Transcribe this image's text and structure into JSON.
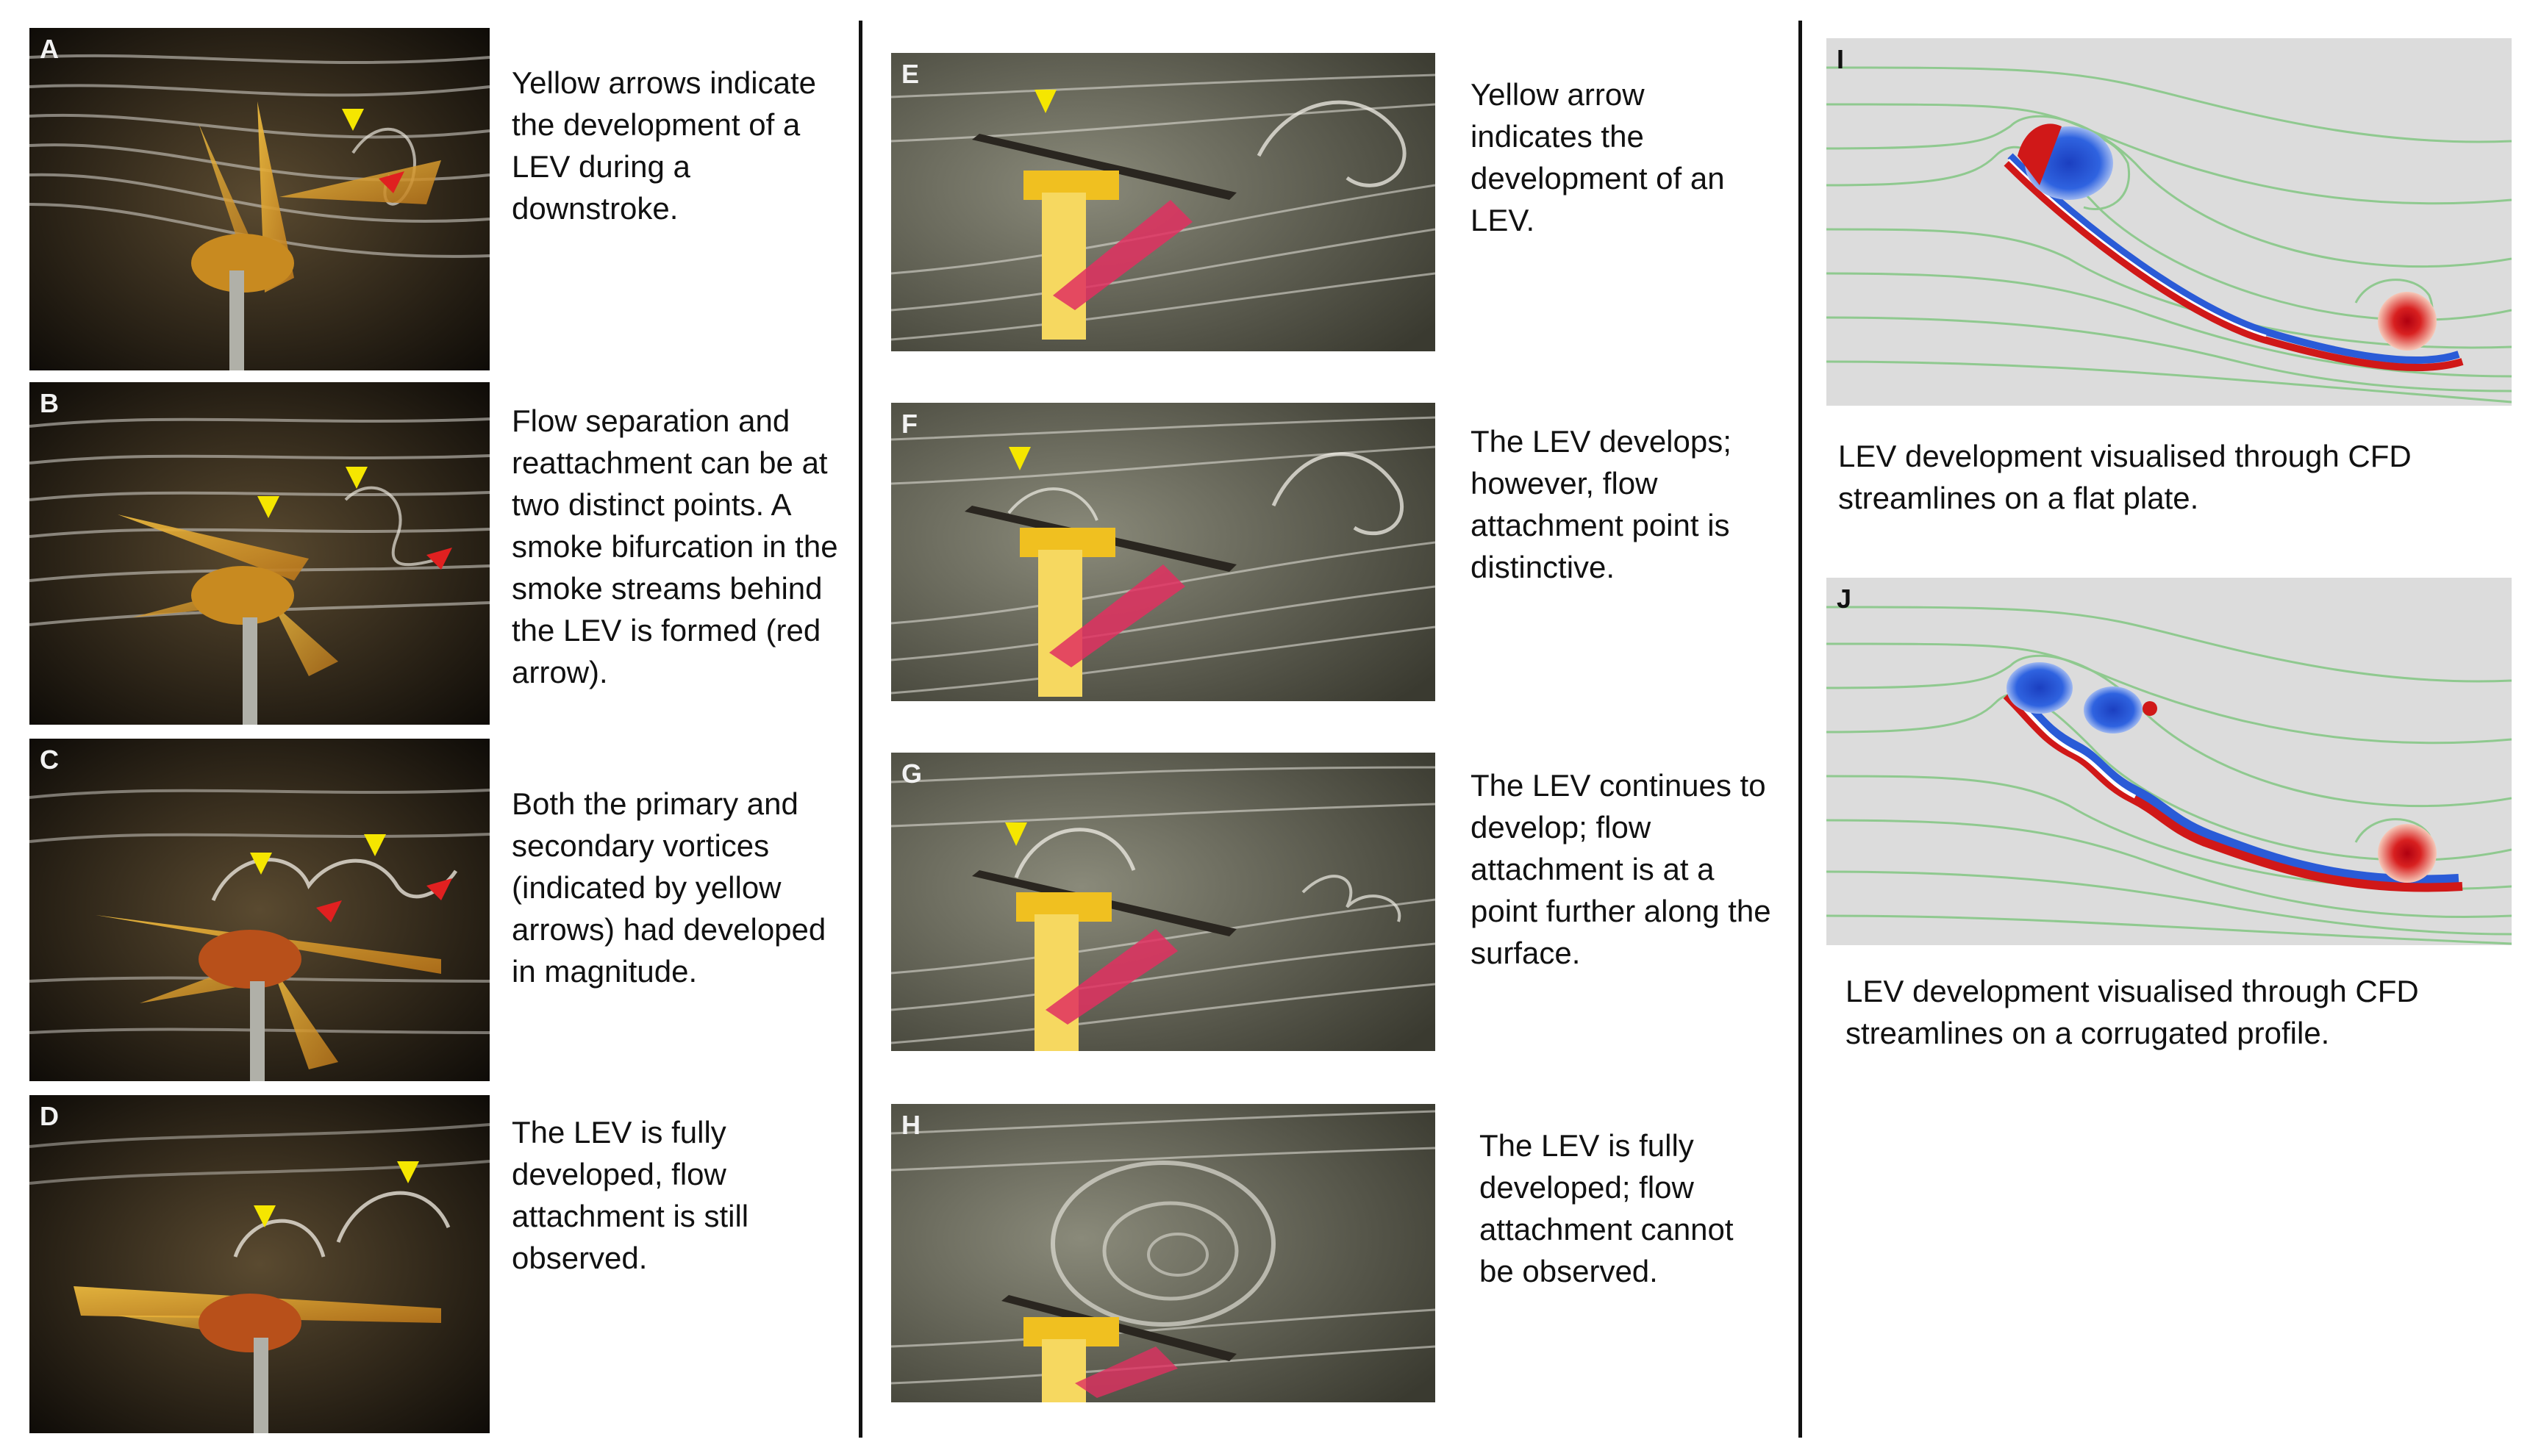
{
  "panels": [
    {
      "id": "A",
      "label": "A",
      "caption": "Yellow arrows indicate the development of a LEV during a downstroke."
    },
    {
      "id": "B",
      "label": "B",
      "caption": "Flow separation and reattachment can be at two distinct points. A smoke bifurcation in the smoke streams behind the LEV is formed (red arrow)."
    },
    {
      "id": "C",
      "label": "C",
      "caption": "Both the primary and secondary vortices (indicated by yellow arrows) had developed in magnitude."
    },
    {
      "id": "D",
      "label": "D",
      "caption": "The LEV is fully developed, flow attachment is still observed."
    },
    {
      "id": "E",
      "label": "E",
      "caption": "Yellow arrow indicates the development of an LEV."
    },
    {
      "id": "F",
      "label": "F",
      "caption": "The LEV develops; however, flow attachment point is distinctive."
    },
    {
      "id": "G",
      "label": "G",
      "caption": "The LEV continues to develop; flow attachment is at a point further along the surface."
    },
    {
      "id": "H",
      "label": "H",
      "caption": "The LEV is fully developed; flow attachment cannot be observed."
    },
    {
      "id": "I",
      "label": "I",
      "caption": "LEV development visualised through CFD streamlines on a flat plate."
    },
    {
      "id": "J",
      "label": "J",
      "caption": "LEV development visualised through CFD streamlines on a corrugated profile."
    }
  ],
  "colors": {
    "photo_background": "#1c1812",
    "smoke": "#d9d6cf",
    "arrow_yellow": "#f5e600",
    "arrow_red": "#e02020",
    "cfd_background": "#dcdcdc",
    "cfd_streamline": "#8fc98f",
    "vortex_blue": "#2a5bd7",
    "vortex_red": "#d01818",
    "divider": "#111111"
  }
}
